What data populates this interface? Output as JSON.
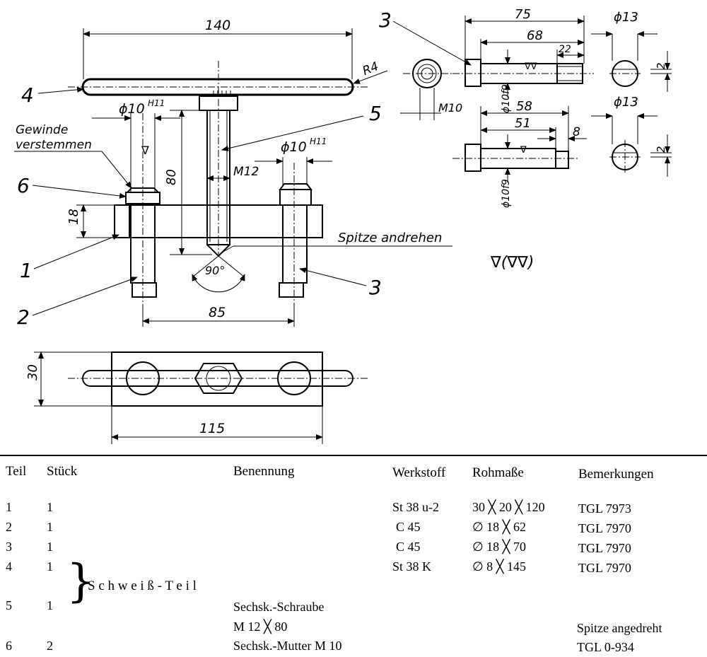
{
  "drawing": {
    "dims": {
      "d140": "140",
      "r4": "R4",
      "d10h11_left": "ϕ10",
      "h11": "H11",
      "d10h11_right": "ϕ10",
      "h11b": "H11",
      "d80": "80",
      "m12": "M12",
      "d18": "18",
      "d90": "90°",
      "d85": "85",
      "d30": "30",
      "d115": "115",
      "d75": "75",
      "d68": "68",
      "d22": "22",
      "d13a": "ϕ13",
      "d2a": "2",
      "m10": "M10",
      "d10f9a": "ϕ10f9",
      "d58": "58",
      "d51": "51",
      "d8": "8",
      "d13b": "ϕ13",
      "d2b": "2",
      "d10f9b": "ϕ10f9"
    },
    "notes": {
      "gewinde1": "Gewinde",
      "gewinde2": "verstemmen",
      "spitze": "Spitze andrehen",
      "surface": "∇(∇∇)",
      "tri": "∇",
      "tri2": "∇∇"
    },
    "callouts": {
      "c1": "1",
      "c2": "2",
      "c3": "3",
      "c3b": "3",
      "c4": "4",
      "c5": "5",
      "c6": "6"
    }
  },
  "parts_table": {
    "headers": {
      "teil": "Teil",
      "stueck": "Stück",
      "benennung": "Benennung",
      "werkstoff": "Werkstoff",
      "rohmasse": "Rohmaße",
      "bemerkungen": "Bemerkungen"
    },
    "group_label": "S c h w e i ß - T e i l",
    "rows": [
      {
        "teil": "1",
        "stueck": "1",
        "benennung": "",
        "werkstoff": "St 38 u-2",
        "rohmasse": "30 ╳ 20 ╳ 120",
        "bemerkungen": "TGL 7973"
      },
      {
        "teil": "2",
        "stueck": "1",
        "benennung": "",
        "werkstoff": "C 45",
        "rohmasse": "∅ 18 ╳  62",
        "bemerkungen": "TGL 7970"
      },
      {
        "teil": "3",
        "stueck": "1",
        "benennung": "",
        "werkstoff": "C 45",
        "rohmasse": "∅ 18 ╳  70",
        "bemerkungen": "TGL 7970"
      },
      {
        "teil": "4",
        "stueck": "1",
        "benennung": "",
        "werkstoff": "St 38 K",
        "rohmasse": "∅  8 ╳ 145",
        "bemerkungen": "TGL 7970"
      },
      {
        "teil": "5",
        "stueck": "1",
        "benennung": "Sechsk.-Schraube",
        "werkstoff": "",
        "rohmasse": "",
        "bemerkungen": ""
      },
      {
        "teil": "",
        "stueck": "",
        "benennung": "M 12 ╳ 80",
        "werkstoff": "",
        "rohmasse": "",
        "bemerkungen": "Spitze angedreht"
      },
      {
        "teil": "6",
        "stueck": "2",
        "benennung": "Sechsk.-Mutter  M 10",
        "werkstoff": "",
        "rohmasse": "",
        "bemerkungen": "TGL 0-934"
      }
    ]
  }
}
